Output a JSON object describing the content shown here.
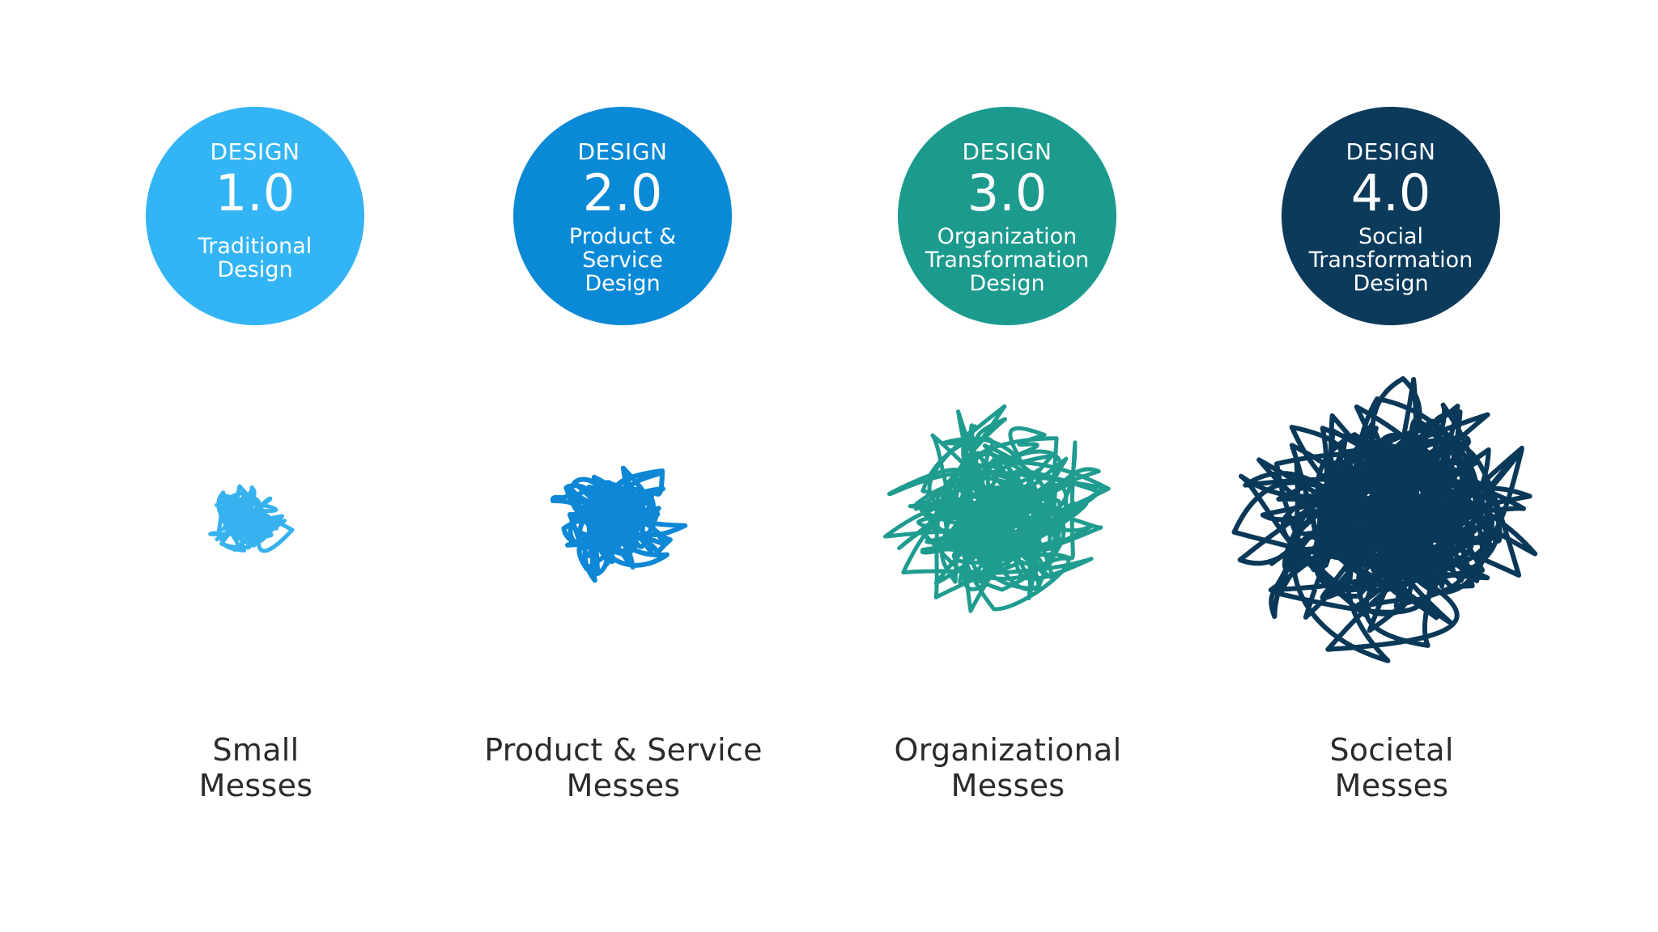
{
  "stages": [
    {
      "kicker": "DESIGN",
      "version": "1.0",
      "subtitle": "Traditional\nDesign",
      "color": "#33b5f5",
      "mess_label": "Small\nMesses",
      "mess_color": "#37b2ee",
      "icon": "small-scribble-icon"
    },
    {
      "kicker": "DESIGN",
      "version": "2.0",
      "subtitle": "Product &\nService\nDesign",
      "color": "#0a8ad6",
      "mess_label": "Product & Service\nMesses",
      "mess_color": "#0d87d6",
      "icon": "medium-scribble-icon"
    },
    {
      "kicker": "DESIGN",
      "version": "3.0",
      "subtitle": "Organization\nTransformation\nDesign",
      "color": "#1c9a8e",
      "mess_label": "Organizational\nMesses",
      "mess_color": "#1f9c8f",
      "icon": "large-scribble-icon"
    },
    {
      "kicker": "DESIGN",
      "version": "4.0",
      "subtitle": "Social\nTransformation\nDesign",
      "color": "#0b3a5b",
      "mess_label": "Societal\nMesses",
      "mess_color": "#0a3858",
      "icon": "huge-scribble-icon"
    }
  ]
}
